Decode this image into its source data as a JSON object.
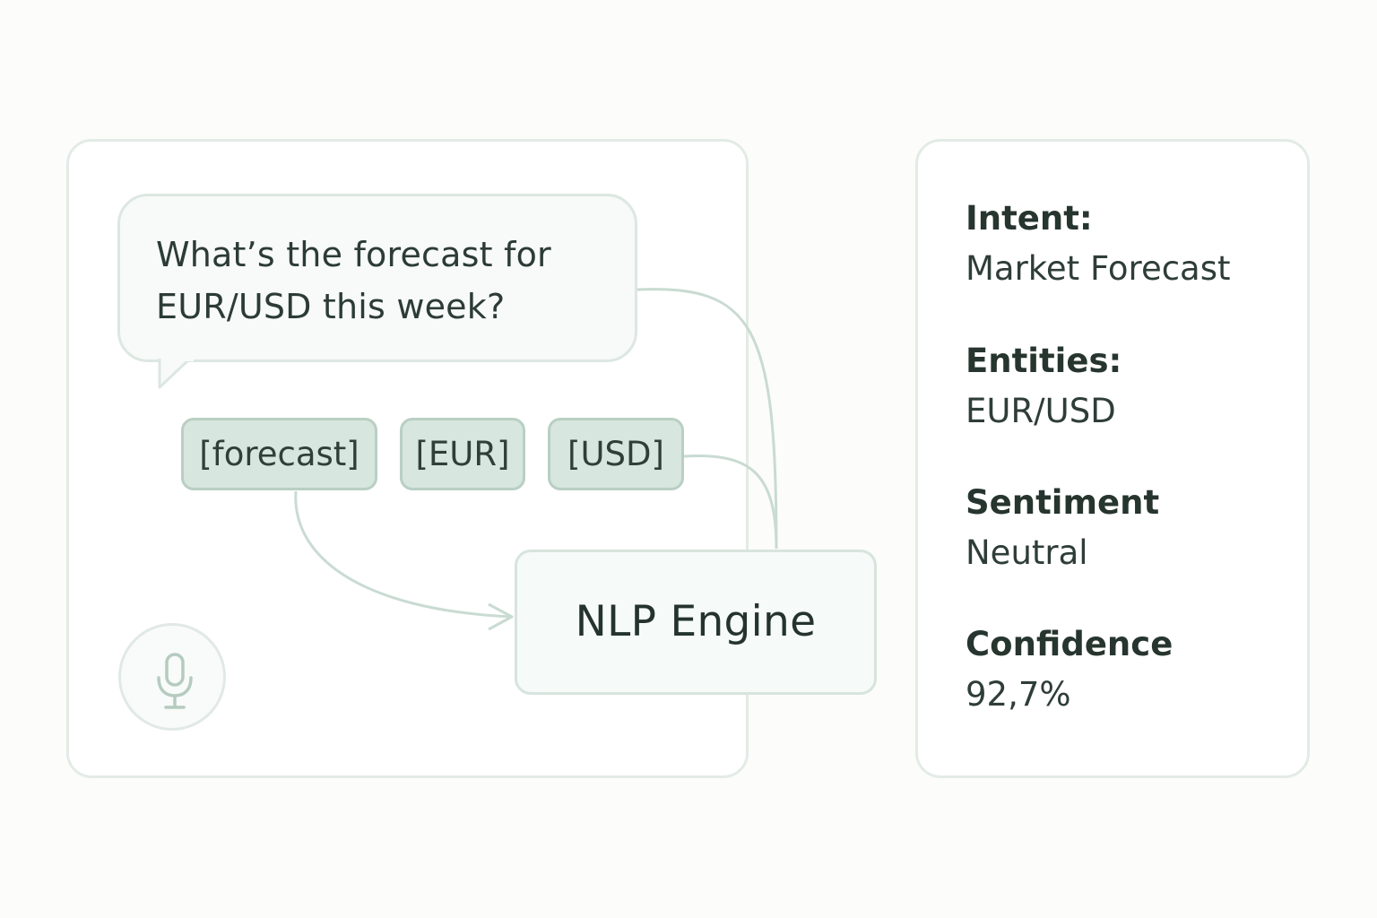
{
  "query": {
    "text": "What’s the forecast for\nEUR/USD this week?"
  },
  "tokens": [
    "[forecast]",
    "[EUR]",
    "[USD]"
  ],
  "engine": {
    "label": "NLP Engine"
  },
  "results": {
    "intent": {
      "label": "Intent:",
      "value": "Market Forecast"
    },
    "entities": {
      "label": "Entities:",
      "value": "EUR/USD"
    },
    "sentiment": {
      "label": "Sentiment",
      "value": "Neutral"
    },
    "confidence": {
      "label": "Confidence",
      "value": "92,7%"
    }
  },
  "icons": {
    "mic": "microphone-icon"
  },
  "colors": {
    "accent": "#d7e6de",
    "accent_border": "#b9cfc4",
    "connector": "#c9dbd2",
    "text": "#2c3b36"
  }
}
